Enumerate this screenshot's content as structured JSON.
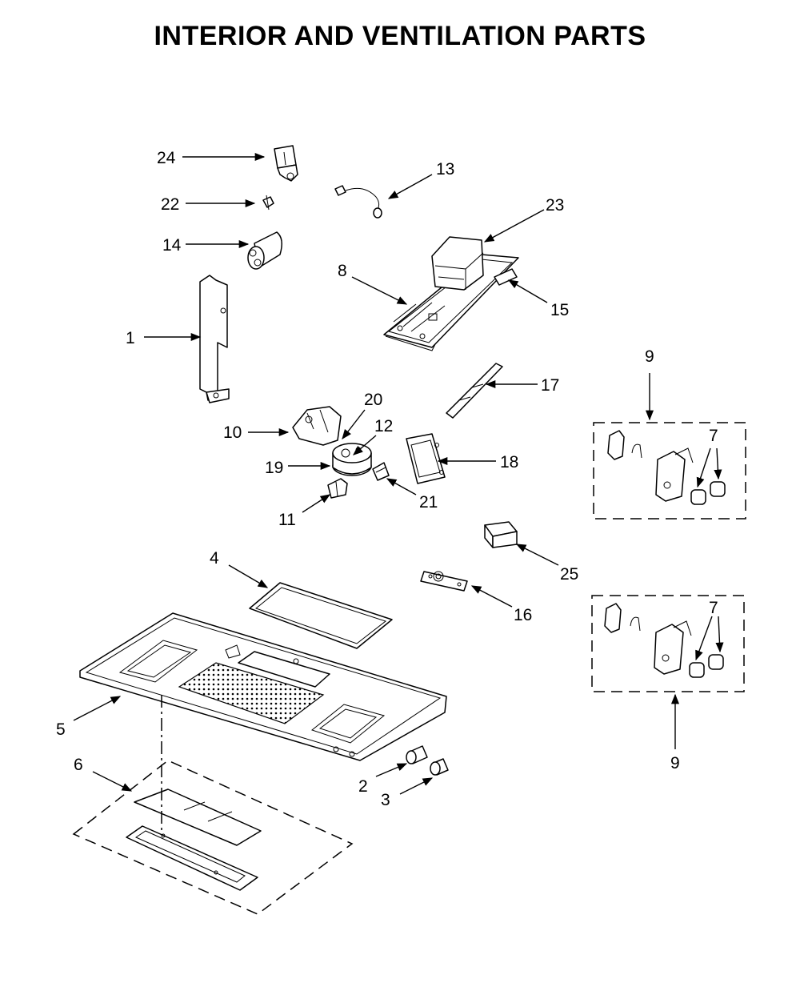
{
  "page": {
    "title": "INTERIOR AND VENTILATION PARTS"
  },
  "callouts": {
    "c1": "1",
    "c2": "2",
    "c3": "3",
    "c4": "4",
    "c5": "5",
    "c6": "6",
    "c7a": "7",
    "c7b": "7",
    "c8": "8",
    "c9a": "9",
    "c9b": "9",
    "c10": "10",
    "c11": "11",
    "c12": "12",
    "c13": "13",
    "c14": "14",
    "c15": "15",
    "c16": "16",
    "c17": "17",
    "c18": "18",
    "c19": "19",
    "c20": "20",
    "c21": "21",
    "c22": "22",
    "c23": "23",
    "c24": "24",
    "c25": "25"
  }
}
